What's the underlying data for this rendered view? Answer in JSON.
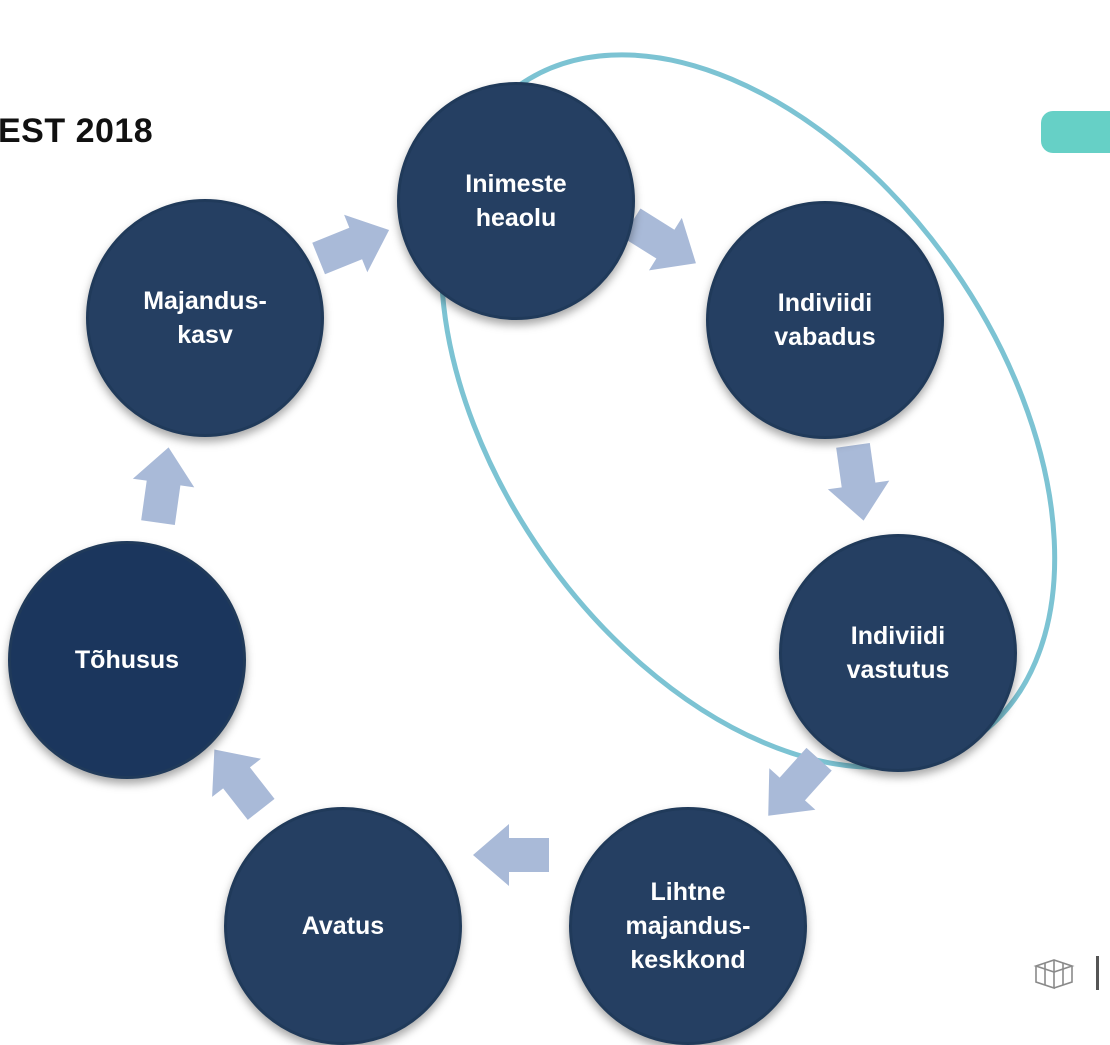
{
  "title": "EST 2018",
  "colors": {
    "node_fill": "#253f62",
    "node_fill_dark": "#1b365d",
    "arrow": "#a9bad8",
    "ellipse": "#7cc3d3",
    "tab": "#66d0c6"
  },
  "nodes": [
    {
      "id": "inimeste-heaolu",
      "label": "Inimeste\nheaolu"
    },
    {
      "id": "individi-vabadus",
      "label": "Indiviidi\nvabadus"
    },
    {
      "id": "individi-vastutus",
      "label": "Indiviidi\nvastutus"
    },
    {
      "id": "lihtne-majanduskeskkond",
      "label": "Lihtne\nmajandus-\nkeskkond"
    },
    {
      "id": "avatus",
      "label": "Avatus"
    },
    {
      "id": "tohusus",
      "label": "Tõhusus"
    },
    {
      "id": "majanduskasv",
      "label": "Majandus-\nkasv"
    }
  ],
  "icons": {
    "arrow": "right-arrow-icon",
    "logo": "cube-logo-icon"
  }
}
